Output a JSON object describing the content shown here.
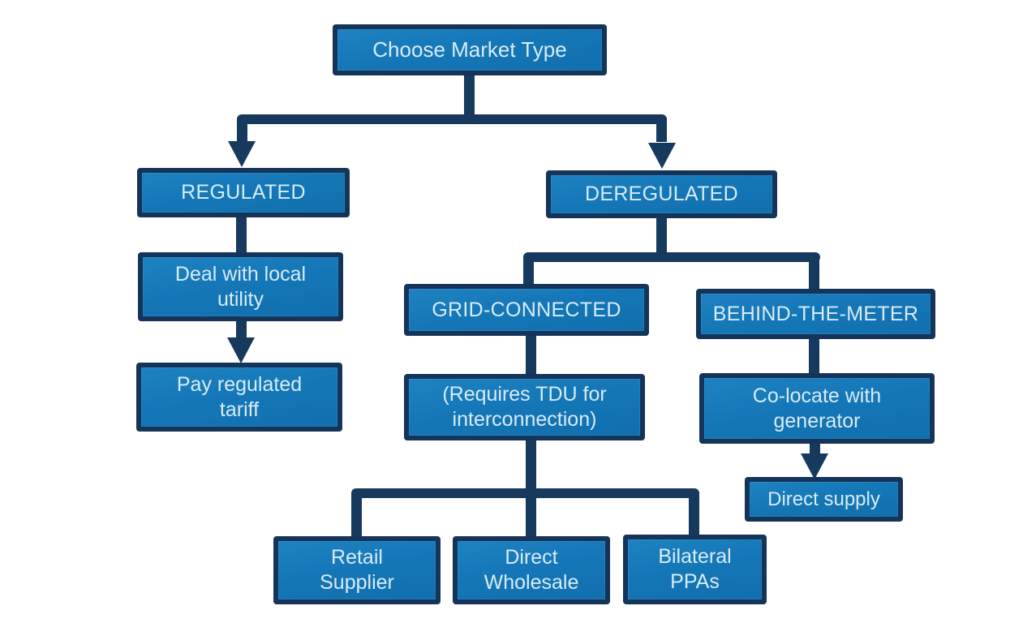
{
  "diagram": {
    "type": "flowchart",
    "root_label": "Choose Market Type"
  },
  "nodes": [
    {
      "id": "choose-market-type",
      "label": "Choose Market Type"
    },
    {
      "id": "regulated",
      "label": "REGULATED"
    },
    {
      "id": "deregulated",
      "label": "DEREGULATED"
    },
    {
      "id": "deal-with-local-utility",
      "label": "Deal with local\nutility"
    },
    {
      "id": "pay-regulated-tariff",
      "label": "Pay regulated\ntariff"
    },
    {
      "id": "grid-connected",
      "label": "GRID-CONNECTED"
    },
    {
      "id": "behind-the-meter",
      "label": "BEHIND-THE-METER"
    },
    {
      "id": "requires-tdu",
      "label": "(Requires TDU for\ninterconnection)"
    },
    {
      "id": "co-locate-with-generator",
      "label": "Co-locate with\ngenerator"
    },
    {
      "id": "direct-supply",
      "label": "Direct supply"
    },
    {
      "id": "retail-supplier",
      "label": "Retail\nSupplier"
    },
    {
      "id": "direct-wholesale",
      "label": "Direct\nWholesale"
    },
    {
      "id": "bilateral-ppas",
      "label": "Bilateral\nPPAs"
    }
  ],
  "edges": [
    {
      "from": "choose-market-type",
      "to": "regulated",
      "arrow": true
    },
    {
      "from": "choose-market-type",
      "to": "deregulated",
      "arrow": true
    },
    {
      "from": "regulated",
      "to": "deal-with-local-utility",
      "arrow": false
    },
    {
      "from": "deal-with-local-utility",
      "to": "pay-regulated-tariff",
      "arrow": true
    },
    {
      "from": "deregulated",
      "to": "grid-connected",
      "arrow": false
    },
    {
      "from": "deregulated",
      "to": "behind-the-meter",
      "arrow": false
    },
    {
      "from": "grid-connected",
      "to": "requires-tdu",
      "arrow": false
    },
    {
      "from": "requires-tdu",
      "to": "retail-supplier",
      "arrow": false
    },
    {
      "from": "requires-tdu",
      "to": "direct-wholesale",
      "arrow": false
    },
    {
      "from": "requires-tdu",
      "to": "bilateral-ppas",
      "arrow": false
    },
    {
      "from": "behind-the-meter",
      "to": "co-locate-with-generator",
      "arrow": false
    },
    {
      "from": "co-locate-with-generator",
      "to": "direct-supply",
      "arrow": true
    }
  ],
  "colors": {
    "node_fill": "#1577b7",
    "node_border": "#143459",
    "connector": "#17395d",
    "label_text": "#d6ecf7",
    "background": "#ffffff"
  }
}
